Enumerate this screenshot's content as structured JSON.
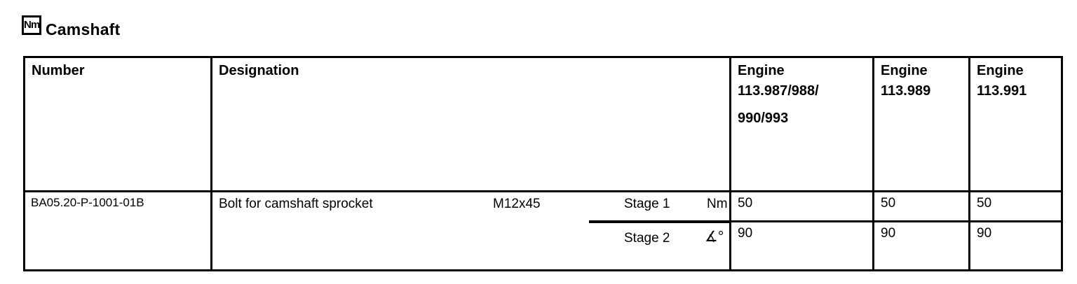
{
  "header": {
    "icon_label": "Nm",
    "title": "Camshaft"
  },
  "table": {
    "headers": {
      "number": "Number",
      "designation": "Designation"
    },
    "engine_columns": [
      {
        "line1": "Engine",
        "line2": "113.987/988/",
        "line3": "990/993"
      },
      {
        "line1": "Engine",
        "line2": "113.989",
        "line3": ""
      },
      {
        "line1": "Engine",
        "line2": "113.991",
        "line3": ""
      }
    ],
    "row": {
      "number": "BA05.20-P-1001-01B",
      "designation": "Bolt for camshaft sprocket",
      "thread_size": "M12x45",
      "stages": [
        {
          "label": "Stage 1",
          "unit": "Nm",
          "values": [
            "50",
            "50",
            "50"
          ]
        },
        {
          "label": "Stage 2",
          "unit": "∡°",
          "values": [
            "90",
            "90",
            "90"
          ]
        }
      ]
    }
  },
  "colors": {
    "ink": "#000000",
    "background": "#ffffff"
  }
}
